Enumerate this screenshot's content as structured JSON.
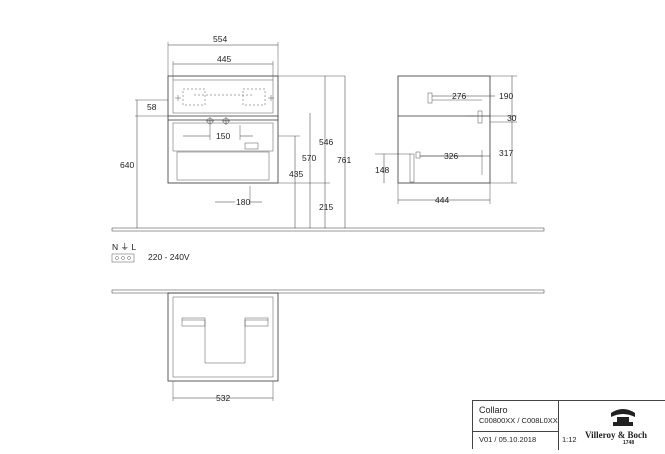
{
  "drawing": {
    "front_dims": {
      "overall_width": "554",
      "inner_width": "445",
      "top_offset": "58",
      "spacing": "150",
      "height_546": "546",
      "height_570": "570",
      "height_761": "761",
      "height_640": "640",
      "height_435": "435",
      "height_215": "215",
      "offset_180": "180"
    },
    "side_dims": {
      "depth_276": "276",
      "depth_326": "326",
      "height_190": "190",
      "height_30": "30",
      "height_317": "317",
      "height_148": "148",
      "depth_444": "444"
    },
    "electrical": {
      "symbols": "N ⏚ L",
      "voltage": "220 - 240V"
    },
    "plan_dims": {
      "width_532": "532"
    }
  },
  "titleblock": {
    "product": "Collaro",
    "codes": "C00800XX / C008L0XX",
    "version": "V01 / 05.10.2018",
    "scale": "1:12",
    "brand": "Villeroy & Boch",
    "since": "1748"
  },
  "icons": [
    "socket-icon",
    "ground-symbol-icon",
    "brand-logo-icon"
  ]
}
